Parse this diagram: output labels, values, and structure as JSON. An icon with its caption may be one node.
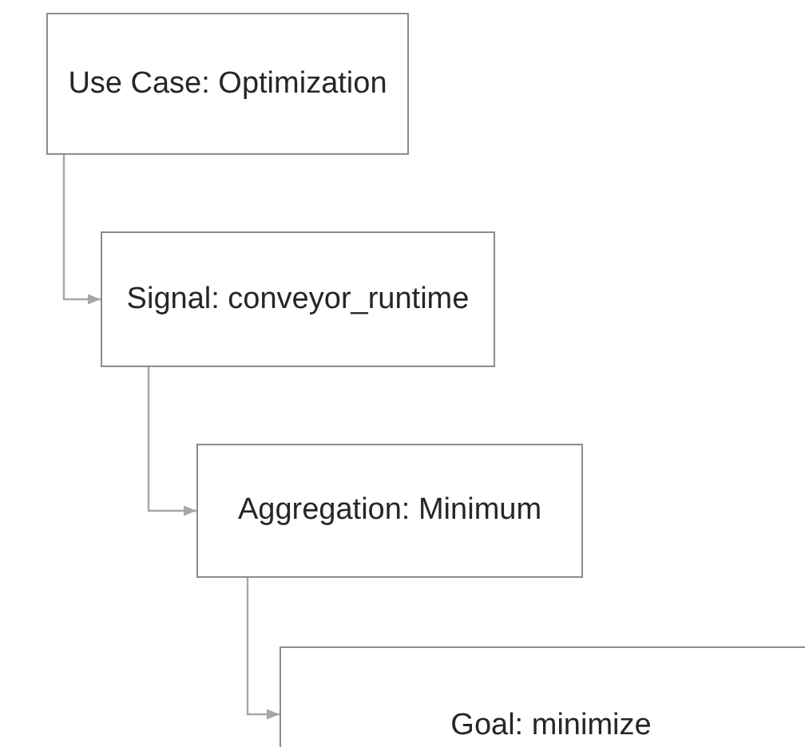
{
  "diagram": {
    "nodes": [
      {
        "text": [
          "Use Case: Optimization"
        ]
      },
      {
        "text": [
          "Signal: conveyor_runtime"
        ]
      },
      {
        "text": [
          "Aggregation: Minimum"
        ]
      },
      {
        "text": [
          "Goal: minimize"
        ]
      }
    ],
    "edges": [
      {
        "from": 0,
        "to": 1,
        "arrow": "to"
      },
      {
        "from": 1,
        "to": 2,
        "arrow": "to"
      },
      {
        "from": 2,
        "to": 3,
        "arrow": "to"
      }
    ]
  }
}
